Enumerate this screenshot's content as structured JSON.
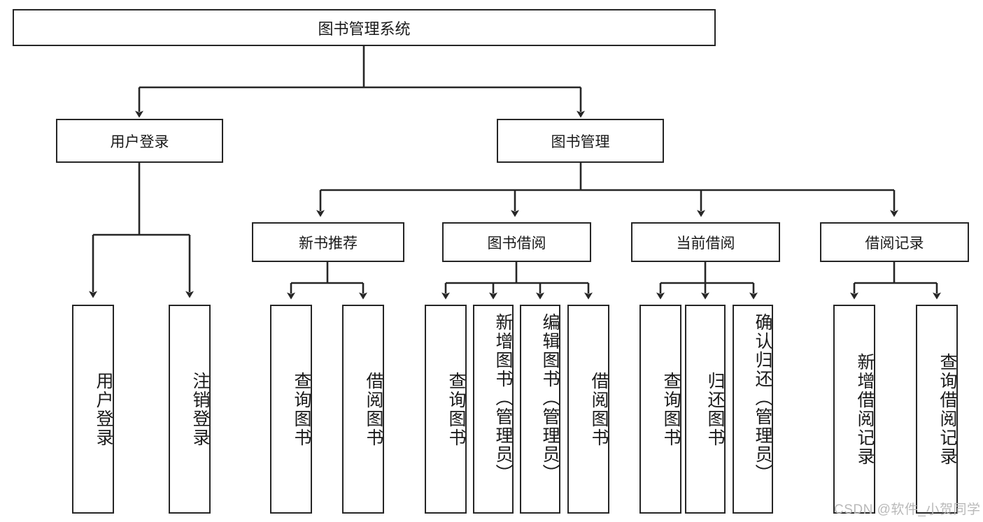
{
  "diagram": {
    "title": "图书管理系统",
    "type": "hierarchy-tree",
    "colors": {
      "stroke": "#262626",
      "background": "#ffffff",
      "text": "#1a1a1a",
      "watermark": "#b9b9b9"
    },
    "root": {
      "label": "图书管理系统"
    },
    "level1": [
      {
        "label": "用户登录"
      },
      {
        "label": "图书管理"
      }
    ],
    "level2": [
      {
        "label": "新书推荐"
      },
      {
        "label": "图书借阅"
      },
      {
        "label": "当前借阅"
      },
      {
        "label": "借阅记录"
      }
    ],
    "leaves": {
      "user_login": [
        {
          "label": "用户登录"
        },
        {
          "label": "注销登录"
        }
      ],
      "new_book_recommend": [
        {
          "label": "查询图书"
        },
        {
          "label": "借阅图书"
        }
      ],
      "book_borrow": [
        {
          "label": "查询图书"
        },
        {
          "label": "新增图书（管理员）"
        },
        {
          "label": "编辑图书（管理员）"
        },
        {
          "label": "借阅图书"
        }
      ],
      "current_borrow": [
        {
          "label": "查询图书"
        },
        {
          "label": "归还图书"
        },
        {
          "label": "确认归还（管理员）"
        }
      ],
      "borrow_record": [
        {
          "label": "新增借阅记录"
        },
        {
          "label": "查询借阅记录"
        }
      ]
    },
    "watermark": "CSDN @软件_小贺同学"
  }
}
